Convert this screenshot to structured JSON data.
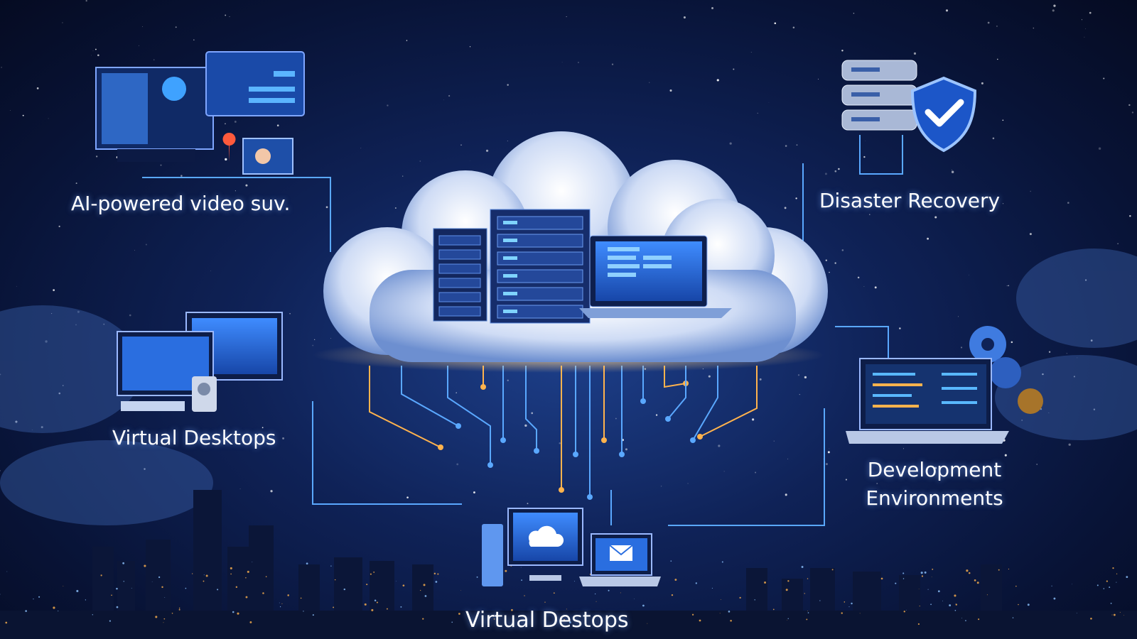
{
  "labels": {
    "video_surveillance": "AI-powered video suv.",
    "disaster_recovery": "Disaster Recovery",
    "virtual_desktops_left": "Virtual Desktops",
    "development_line1": "Development",
    "development_line2": "Environments",
    "virtual_desktops_bottom": "Virtual Destops"
  },
  "colors": {
    "background": "#0f2257",
    "accent_blue": "#4da3ff",
    "accent_orange": "#ffb34d",
    "cloud": "#dfe9fb"
  },
  "icons": [
    "cloud-icon",
    "server-rack-icon",
    "laptop-icon",
    "surveillance-monitor-icon",
    "database-icon",
    "shield-check-icon",
    "desktop-computer-icon",
    "gear-icon",
    "email-icon",
    "city-skyline"
  ]
}
